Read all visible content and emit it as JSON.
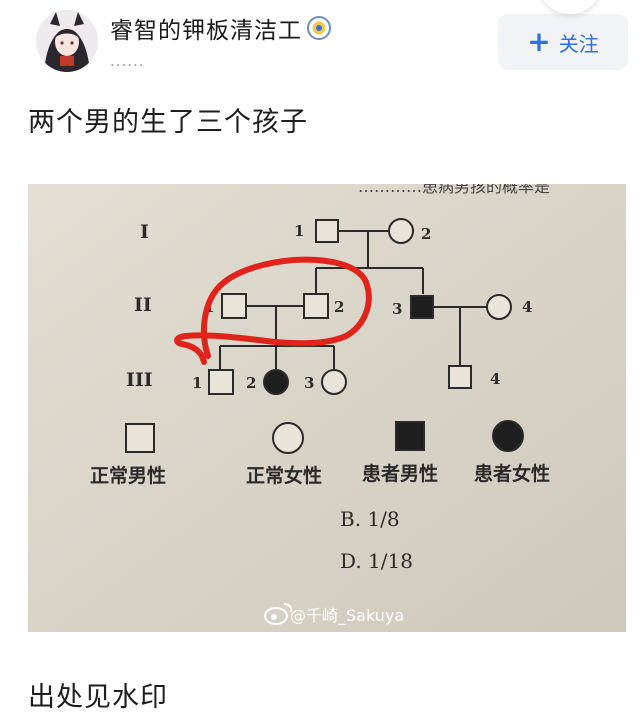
{
  "post": {
    "username": "睿智的钾板清洁工",
    "subtext": "......",
    "follow_label": "关注",
    "text": "两个男的生了三个孩子",
    "footer_text": "出处见水印"
  },
  "pedigree": {
    "top_partial_text": "…………患病男孩的概率是",
    "generation_labels": [
      "I",
      "II",
      "III"
    ],
    "numbers": {
      "g1_1": "1",
      "g1_2": "2",
      "g2_1": "1",
      "g2_2": "2",
      "g2_3": "3",
      "g2_4": "4",
      "g3_1": "1",
      "g3_2": "2",
      "g3_3": "3",
      "g3_4": "4"
    },
    "legend": [
      "正常男性",
      "正常女性",
      "患者男性",
      "患者女性"
    ],
    "options": [
      "B. 1/8",
      "D. 1/18"
    ],
    "watermark": "@千崎_Sakuya"
  },
  "colors": {
    "accent": "#2f6fde",
    "annotation_red": "#e0241b",
    "paper": "#d8d3c8",
    "ink": "#2a2a2a"
  }
}
